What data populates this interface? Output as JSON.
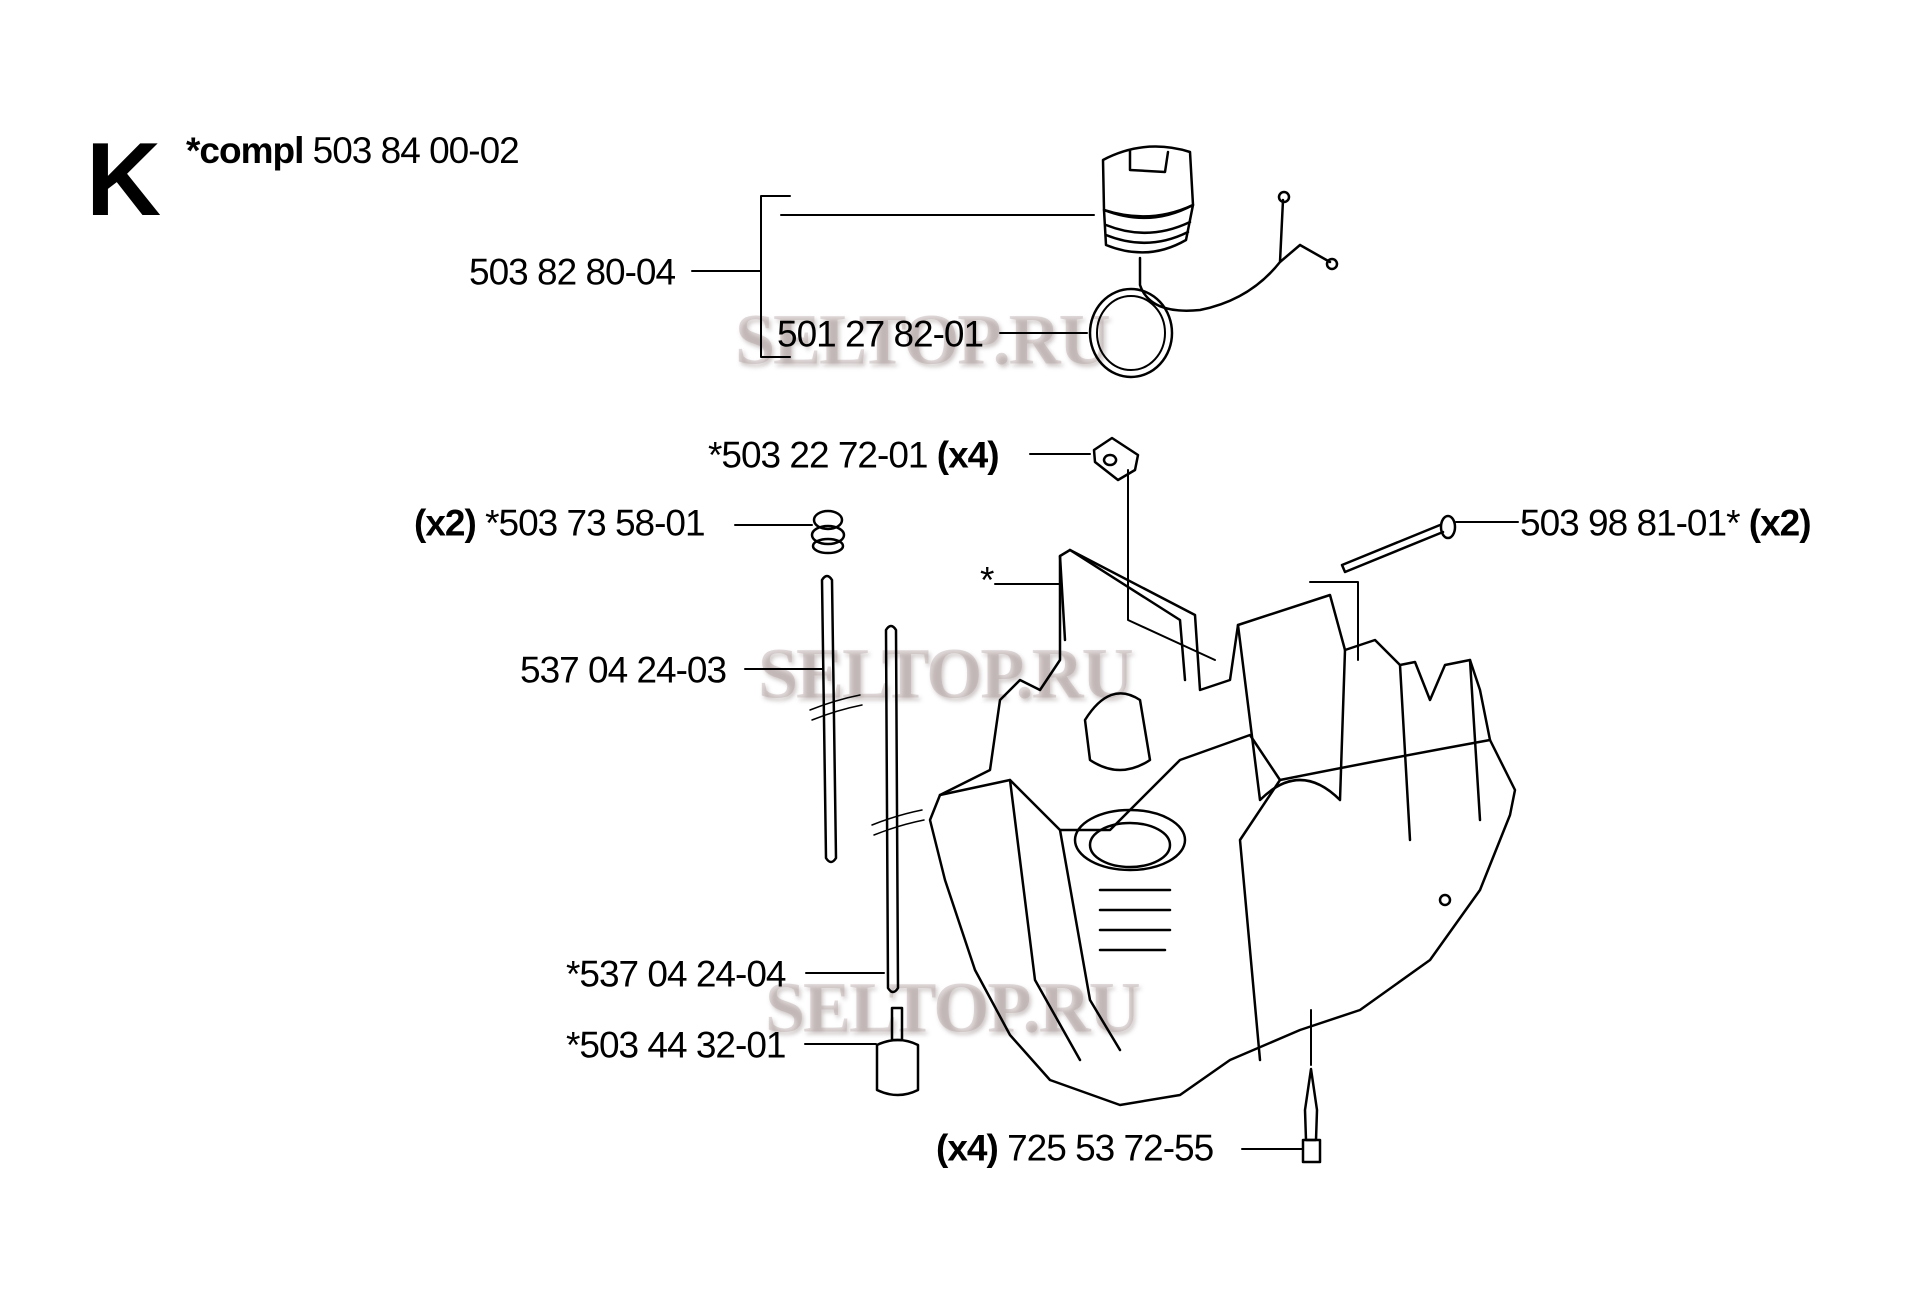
{
  "section": {
    "letter": "K",
    "compl_prefix": "*compl",
    "compl_number": "503 84 00-02"
  },
  "labels": {
    "fuel_cap": "503 82 80-04",
    "o_ring": "501 27 82-01",
    "clip": {
      "number": "*503 22 72-01",
      "qty": "(x4)"
    },
    "grommet": {
      "qty": "(x2)",
      "number": "*503 73 58-01"
    },
    "bolt": {
      "number": "503 98 81-01*",
      "qty": "(x2)"
    },
    "tank": "*",
    "hose_1": "537 04 24-03",
    "hose_2": "*537 04 24-04",
    "filter": "*503 44 32-01",
    "screw": {
      "qty": "(x4)",
      "number": "725 53 72-55"
    }
  },
  "watermark": "SELTOP.RU"
}
